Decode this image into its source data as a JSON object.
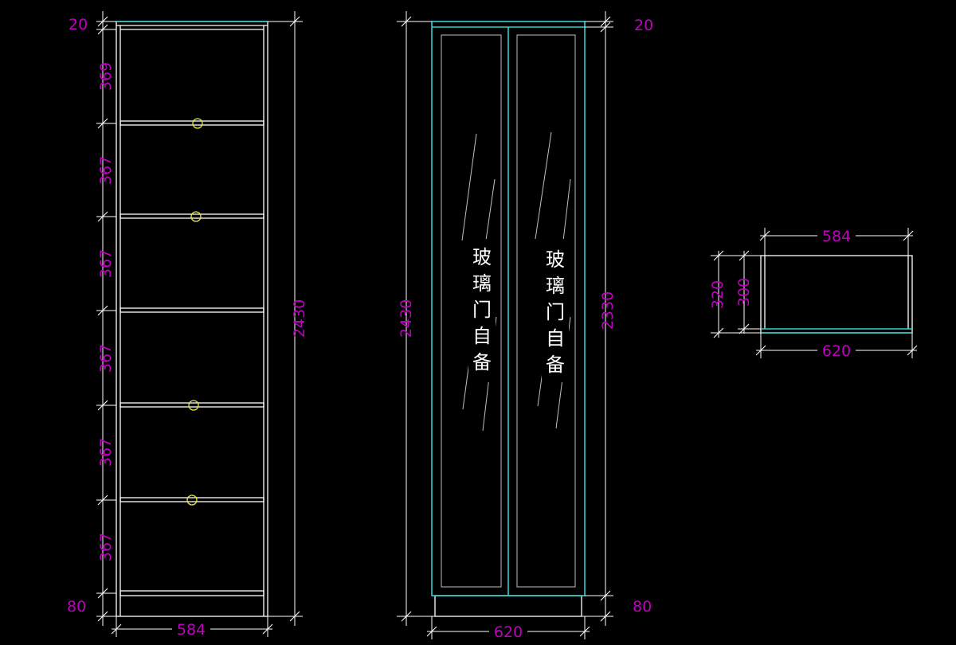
{
  "drawing": {
    "background": "#000000",
    "colors": {
      "dimension": "#c000c0",
      "panel": "#ffffff",
      "door": "#35d0d0",
      "knob": "#e8e84a"
    },
    "side_view": {
      "top": "20",
      "shelves": [
        "369",
        "367",
        "367",
        "367",
        "367",
        "367"
      ],
      "bottom": "80",
      "height": "2430",
      "width": "584"
    },
    "front_view": {
      "height_total": "2430",
      "height_door": "2330",
      "top": "20",
      "bottom": "80",
      "width": "620",
      "doors": [
        {
          "note": [
            "玻",
            "璃",
            "门",
            "自",
            "备"
          ]
        },
        {
          "note": [
            "玻",
            "璃",
            "门",
            "自",
            "备"
          ]
        }
      ]
    },
    "top_view": {
      "width_inner": "584",
      "width_outer": "620",
      "depth_outer": "320",
      "depth_inner": "300"
    }
  }
}
